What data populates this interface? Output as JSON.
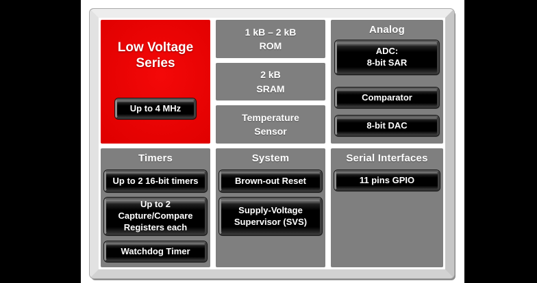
{
  "colors": {
    "accent_red": "#e00000",
    "panel_gray": "#7f7f7f",
    "button_black": "#000000",
    "background": "#000000",
    "slide": "#ffffff"
  },
  "low_voltage_block": {
    "label": "Low Voltage\nSeries",
    "button_label": "Up to 4 MHz"
  },
  "memory_column": {
    "boxes": [
      {
        "label": "1 kB – 2 kB\nROM"
      },
      {
        "label": "2 kB\nSRAM"
      },
      {
        "label": "Temperature\nSensor"
      }
    ]
  },
  "analog_section": {
    "title": "Analog",
    "buttons": [
      {
        "label": "ADC:\n8-bit SAR"
      },
      {
        "label": "Comparator"
      },
      {
        "label": "8-bit DAC"
      }
    ]
  },
  "timers_section": {
    "title": "Timers",
    "buttons": [
      {
        "label": "Up to 2 16-bit timers"
      },
      {
        "label": "Up to 2\nCapture/Compare\nRegisters each"
      },
      {
        "label": "Watchdog Timer"
      }
    ]
  },
  "system_section": {
    "title": "System",
    "buttons": [
      {
        "label": "Brown-out Reset"
      },
      {
        "label": "Supply-Voltage\nSupervisor (SVS)"
      }
    ]
  },
  "serial_section": {
    "title": "Serial Interfaces",
    "buttons": [
      {
        "label": "11 pins GPIO"
      }
    ]
  }
}
